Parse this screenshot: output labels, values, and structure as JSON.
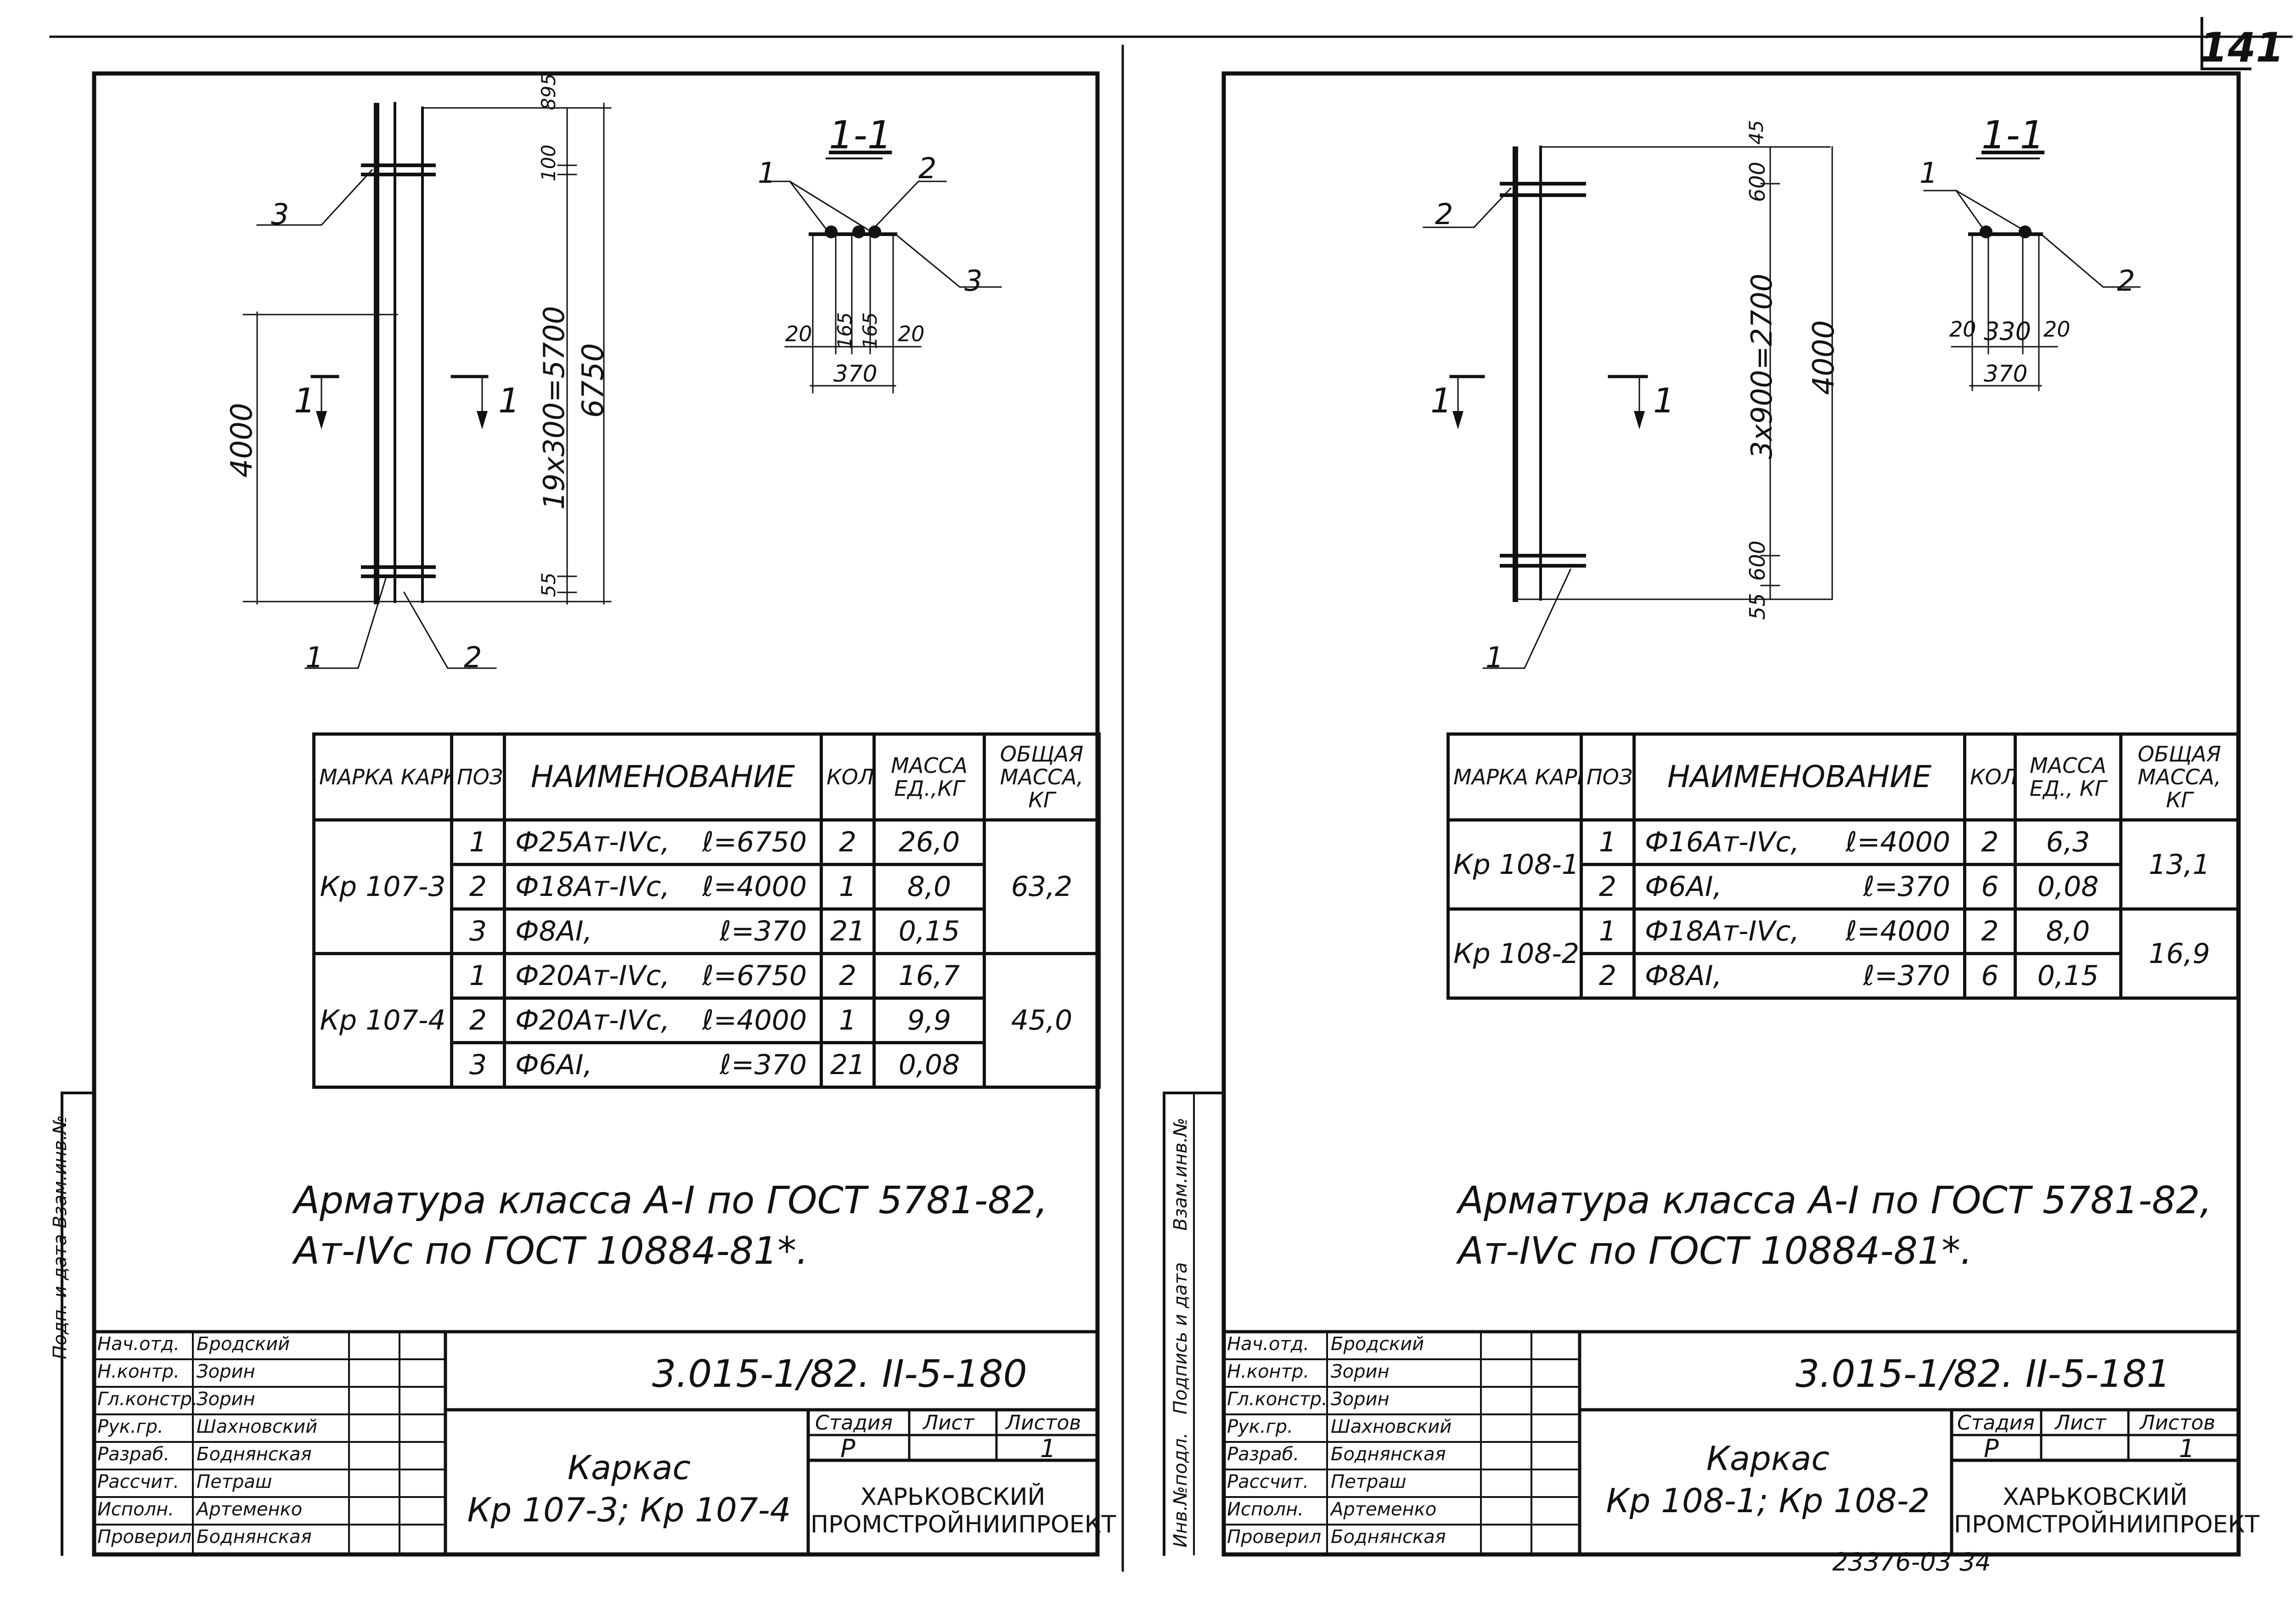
{
  "page_number": "141",
  "inventory_number": "23376-03 34",
  "side_stamp": {
    "left_sheet": "Подп. и дата Взам.инв.№",
    "right_sheet": [
      "Инв.№подл.",
      "Подпись и дата",
      "Взам.инв.№"
    ]
  },
  "sheets": [
    {
      "drawing": {
        "section_title": "1-1",
        "section_mark": "1",
        "section_mark_right": "1",
        "dims": {
          "top_a": "895",
          "top_b": "100",
          "mid": "19x300=5700",
          "total": "6750",
          "bottom": "55",
          "short_bar": "4000",
          "sec_w1": "20",
          "sec_w2": "165",
          "sec_w3": "165",
          "sec_w4": "20",
          "sec_total": "370"
        },
        "pos_labels": [
          "1",
          "2",
          "3"
        ],
        "sec_labels": [
          "1",
          "2",
          "3"
        ]
      },
      "table": {
        "headers": {
          "mark": "МАРКА КАРКАСА",
          "pos": "ПОЗ.",
          "name": "НАИМЕНОВАНИЕ",
          "qty": "КОЛ.",
          "unit_mass": "МАССА ЕД.,КГ",
          "total_mass": "ОБЩАЯ МАССА, КГ"
        },
        "groups": [
          {
            "mark": "Кр 107-3",
            "total": "63,2",
            "rows": [
              {
                "pos": "1",
                "name": "Ф25Ат-IVс,",
                "len": "ℓ=6750",
                "qty": "2",
                "mass": "26,0"
              },
              {
                "pos": "2",
                "name": "Ф18Ат-IVс,",
                "len": "ℓ=4000",
                "qty": "1",
                "mass": "8,0"
              },
              {
                "pos": "3",
                "name": "Ф8АI,",
                "len": "ℓ=370",
                "qty": "21",
                "mass": "0,15"
              }
            ]
          },
          {
            "mark": "Кр 107-4",
            "total": "45,0",
            "rows": [
              {
                "pos": "1",
                "name": "Ф20Ат-IVс,",
                "len": "ℓ=6750",
                "qty": "2",
                "mass": "16,7"
              },
              {
                "pos": "2",
                "name": "Ф20Ат-IVс,",
                "len": "ℓ=4000",
                "qty": "1",
                "mass": "9,9"
              },
              {
                "pos": "3",
                "name": "Ф6АI,",
                "len": "ℓ=370",
                "qty": "21",
                "mass": "0,08"
              }
            ]
          }
        ]
      },
      "note": [
        "Арматура класса А-I по ГОСТ 5781-82,",
        "Ат-IVс по ГОСТ 10884-81*."
      ],
      "title_block": {
        "roles": [
          "Нач.отд.",
          "Н.контр.",
          "Гл.констр.",
          "Рук.гр.",
          "Разраб.",
          "Рассчит.",
          "Исполн.",
          "Проверил"
        ],
        "names": [
          "Бродский",
          "Зорин",
          "Зорин",
          "Шахновский",
          "Боднянская",
          "Петраш",
          "Артеменко",
          "Боднянская"
        ],
        "code": "3.015-1/82. II-5-180",
        "title": [
          "Каркас",
          "Кр 107-3; Кр 107-4"
        ],
        "stage_label": "Стадия",
        "sheet_label": "Лист",
        "sheets_label": "Листов",
        "stage": "Р",
        "sheets_count": "1",
        "org": [
          "ХАРЬКОВСКИЙ",
          "ПРОМСТРОЙНИИПРОЕКТ"
        ]
      }
    },
    {
      "drawing": {
        "section_title": "1-1",
        "section_mark": "1",
        "section_mark_right": "1",
        "dims": {
          "top_a": "45",
          "top_b": "600",
          "mid": "3x900=2700",
          "total": "4000",
          "bottom_a": "600",
          "bottom": "55",
          "sec_w1": "20",
          "sec_w2": "330",
          "sec_w3": "20",
          "sec_total": "370"
        },
        "pos_labels": [
          "1",
          "2"
        ],
        "sec_labels": [
          "1",
          "2"
        ]
      },
      "table": {
        "headers": {
          "mark": "МАРКА КАРКАСА",
          "pos": "ПОЗ.",
          "name": "НАИМЕНОВАНИЕ",
          "qty": "КОЛ.",
          "unit_mass": "МАССА ЕД., КГ",
          "total_mass": "ОБЩАЯ МАССА, КГ"
        },
        "groups": [
          {
            "mark": "Кр 108-1",
            "total": "13,1",
            "rows": [
              {
                "pos": "1",
                "name": "Ф16Ат-IVс,",
                "len": "ℓ=4000",
                "qty": "2",
                "mass": "6,3"
              },
              {
                "pos": "2",
                "name": "Ф6АI,",
                "len": "ℓ=370",
                "qty": "6",
                "mass": "0,08"
              }
            ]
          },
          {
            "mark": "Кр 108-2",
            "total": "16,9",
            "rows": [
              {
                "pos": "1",
                "name": "Ф18Ат-IVс,",
                "len": "ℓ=4000",
                "qty": "2",
                "mass": "8,0"
              },
              {
                "pos": "2",
                "name": "Ф8АI,",
                "len": "ℓ=370",
                "qty": "6",
                "mass": "0,15"
              }
            ]
          }
        ]
      },
      "note": [
        "Арматура класса А-I по ГОСТ 5781-82,",
        "Ат-IVс по ГОСТ 10884-81*."
      ],
      "title_block": {
        "roles": [
          "Нач.отд.",
          "Н.контр.",
          "Гл.констр.",
          "Рук.гр.",
          "Разраб.",
          "Рассчит.",
          "Исполн.",
          "Проверил"
        ],
        "names": [
          "Бродский",
          "Зорин",
          "Зорин",
          "Шахновский",
          "Боднянская",
          "Петраш",
          "Артеменко",
          "Боднянская"
        ],
        "code": "3.015-1/82. II-5-181",
        "title": [
          "Каркас",
          "Кр 108-1; Кр 108-2"
        ],
        "stage_label": "Стадия",
        "sheet_label": "Лист",
        "sheets_label": "Листов",
        "stage": "Р",
        "sheets_count": "1",
        "org": [
          "ХАРЬКОВСКИЙ",
          "ПРОМСТРОЙНИИПРОЕКТ"
        ]
      }
    }
  ]
}
